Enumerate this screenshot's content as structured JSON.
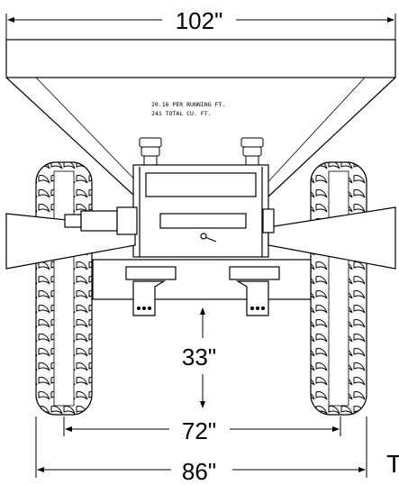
{
  "dimensions": {
    "top_width": "102\"",
    "clearance_height": "33\"",
    "inner_track_width": "72\"",
    "outer_track_width": "86\""
  },
  "hopper_note": {
    "line1": "20.16 PER RUNNING FT.",
    "line2": "241 TOTAL CU. FT."
  },
  "edge_glyph": "T",
  "colors": {
    "line": "#000000",
    "background": "#ffffff"
  }
}
